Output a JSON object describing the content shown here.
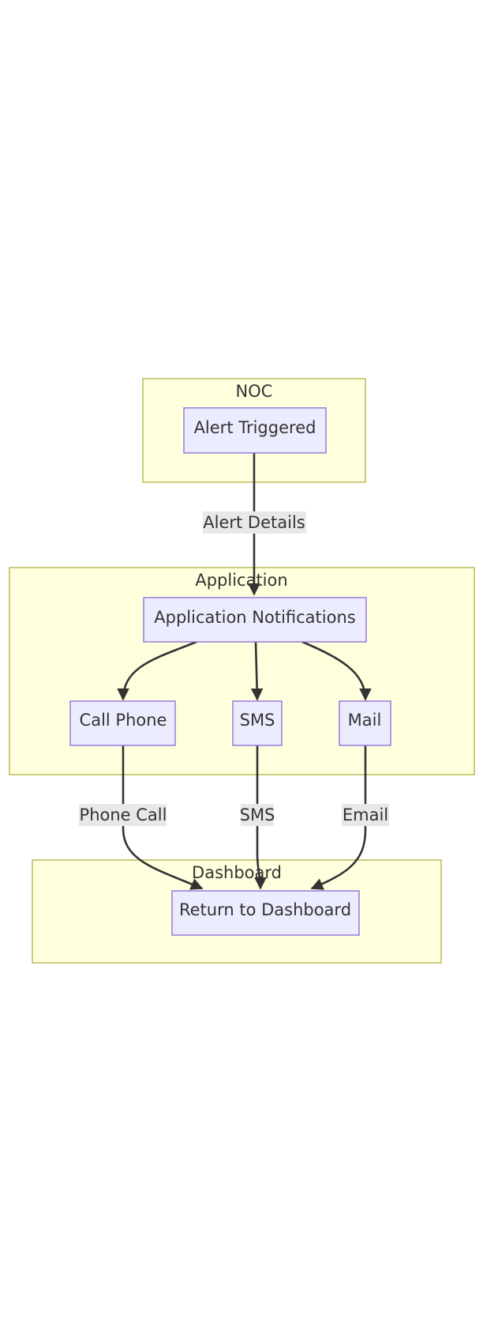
{
  "clusters": {
    "noc": {
      "title": "NOC"
    },
    "application": {
      "title": "Application"
    },
    "dashboard": {
      "title": "Dashboard"
    }
  },
  "nodes": {
    "alert_triggered": "Alert Triggered",
    "application_notifications": "Application Notifications",
    "call_phone": "Call Phone",
    "sms": "SMS",
    "mail": "Mail",
    "return_to_dashboard": "Return to Dashboard"
  },
  "edges": {
    "alert_details": "Alert Details",
    "phone_call": "Phone Call",
    "sms": "SMS",
    "email": "Email"
  },
  "colors": {
    "cluster_fill": "#ffffde",
    "cluster_stroke": "#aaaa33",
    "node_fill": "#ececff",
    "node_stroke": "#9370db",
    "edge": "#333333",
    "edge_label_bg": "#e8e8e8"
  }
}
